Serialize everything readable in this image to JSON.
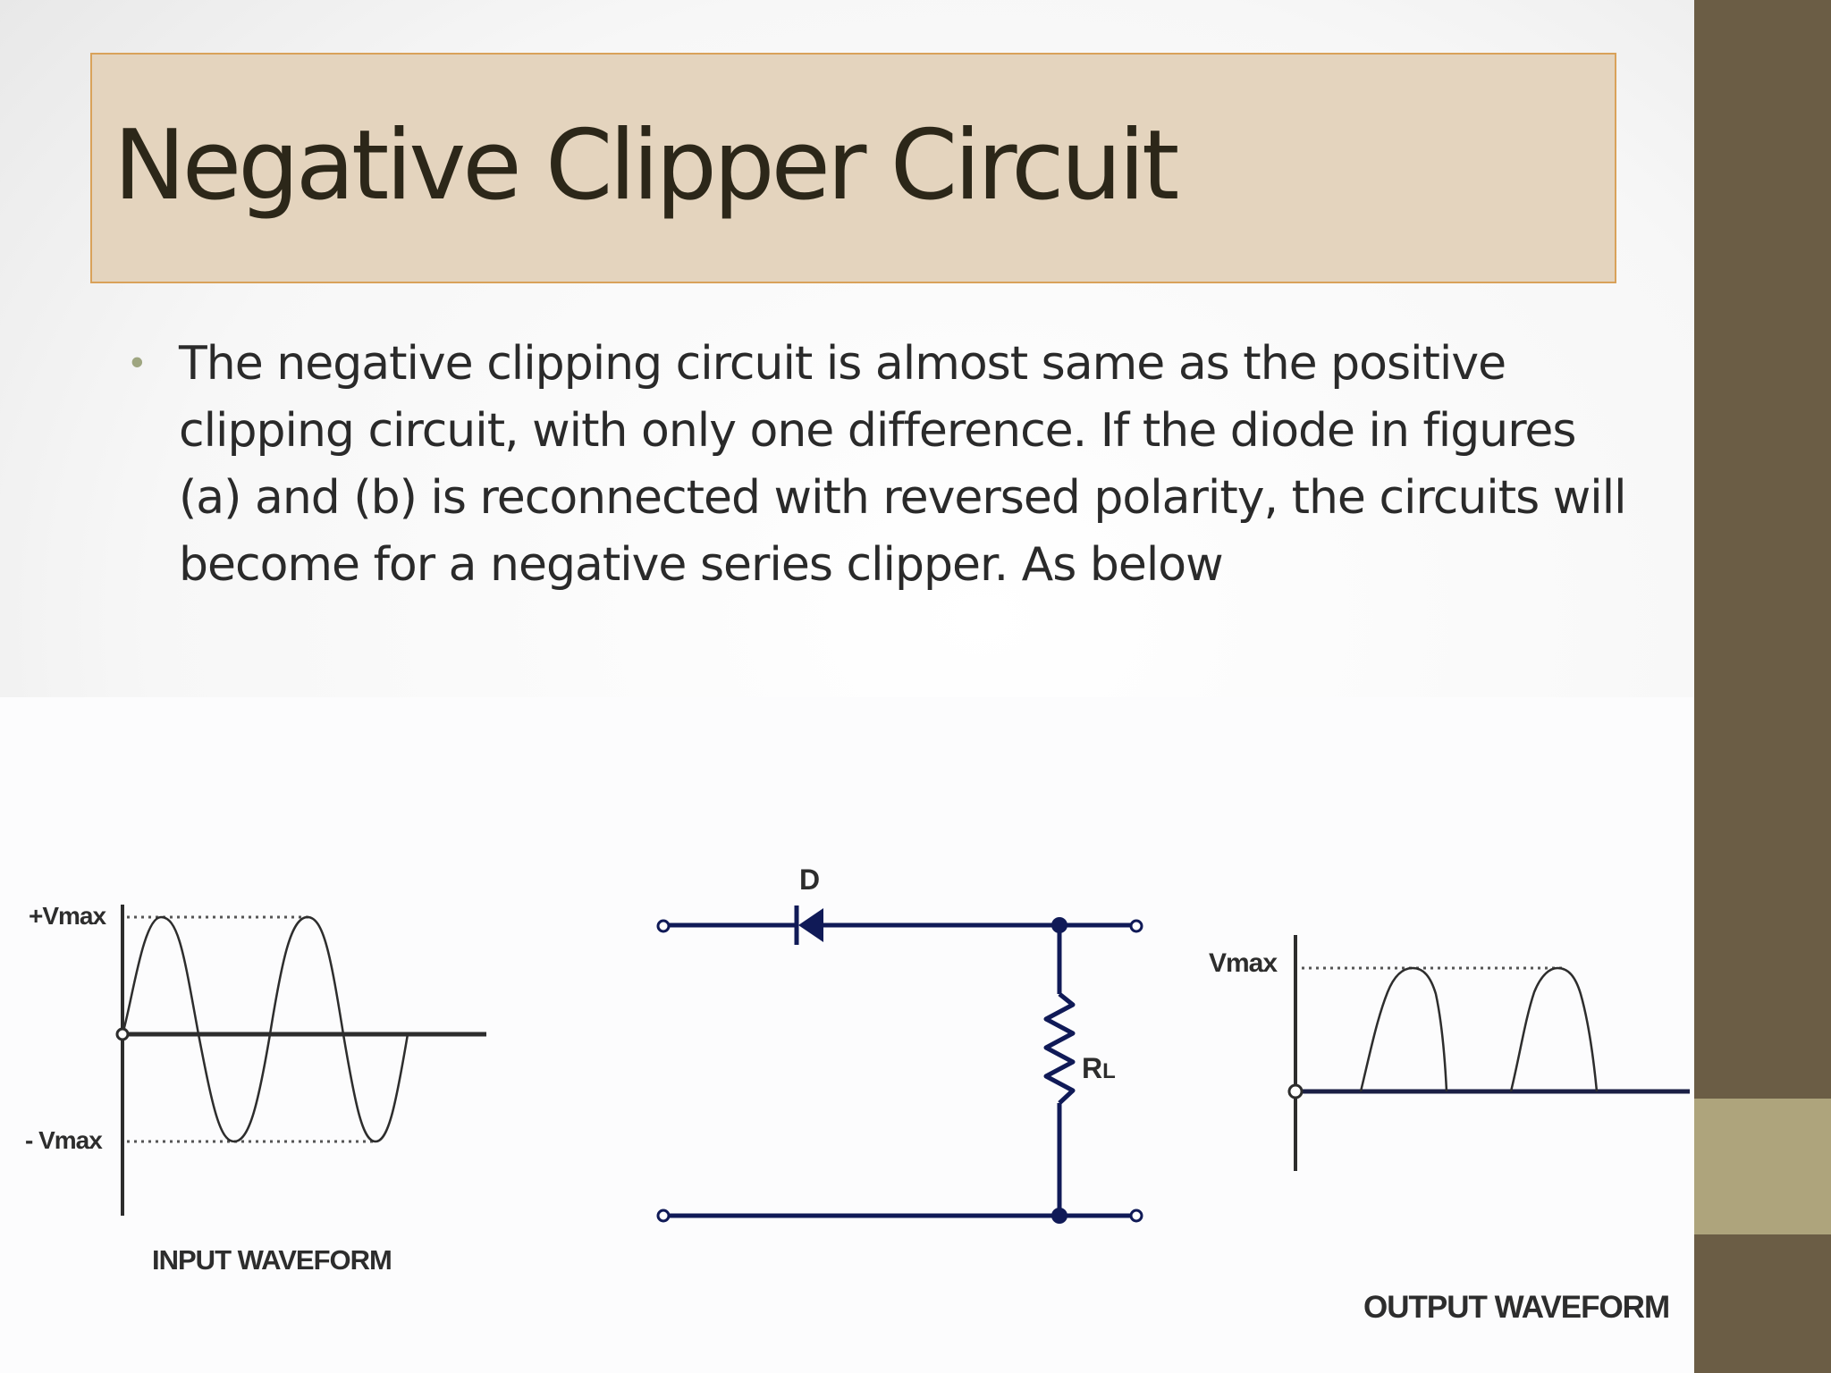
{
  "slide": {
    "title": "Negative Clipper Circuit",
    "bullet": "The negative clipping circuit is almost same as the positive clipping circuit, with only one difference. If the diode in figures (a) and (b) is reconnected with reversed polarity, the circuits will become for a negative series clipper. As below"
  },
  "figure": {
    "input_waveform": {
      "caption": "INPUT WAVEFORM",
      "pos_label": "+Vmax",
      "neg_label": "- Vmax"
    },
    "circuit": {
      "diode_label": "D",
      "resistor_label": "R",
      "resistor_subscript": "L"
    },
    "output_waveform": {
      "caption": "OUTPUT WAVEFORM",
      "vmax_label": "Vmax"
    }
  },
  "colors": {
    "title_band": "#e4d4be",
    "title_border": "#d9a25a",
    "sidebar": "#6b5d45",
    "sidebar_accent": "#aea47c",
    "circuit_wire": "#101a57",
    "waveform_line": "#2d2d2d"
  }
}
